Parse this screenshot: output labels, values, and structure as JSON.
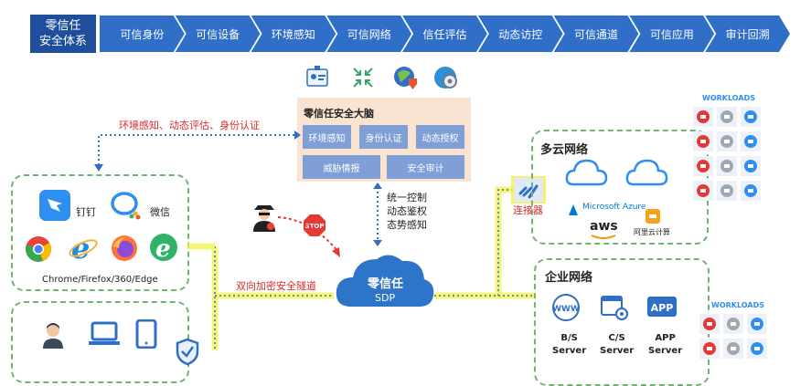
{
  "banner": {
    "title": "零信任\n安全体系",
    "steps": [
      "可信身份",
      "可信设备",
      "环境感知",
      "可信网络",
      "信任评估",
      "动态访控",
      "可信通道",
      "可信应用",
      "审计回溯"
    ]
  },
  "brain": {
    "title": "零信任安全大脑",
    "buttons": [
      "环境感知",
      "身份认证",
      "动态授权",
      "威胁情报",
      "安全审计"
    ]
  },
  "labels": {
    "env_auth": "环境感知、动态评估、身份认证",
    "control": "统一控制\n动态鉴权\n态势感知",
    "tunnel": "双向加密安全隧道",
    "connector": "连接器",
    "sdp_title": "零信任",
    "sdp_sub": "SDP",
    "multicloud": "多云网络",
    "enterprise": "企业网络",
    "workloads_top": "WORKLOADS",
    "workloads_bottom": "WORKLOADS"
  },
  "clients": {
    "apps": [
      "钉钉",
      "微信"
    ],
    "browsers_caption": "Chrome/Firefox/360/Edge"
  },
  "cloud_vendors": [
    "Microsoft Azure",
    "aws",
    "阿里云计算"
  ],
  "servers": [
    {
      "icon": "WWW",
      "label": "B/S\nServer"
    },
    {
      "icon": "C/S",
      "label": "C/S\nServer"
    },
    {
      "icon": "APP",
      "label": "APP\nServer"
    }
  ],
  "colors": {
    "banner_dark": "#1f4e9c",
    "banner_step": "#2f6fc7",
    "brain_bg": "#fbe3d2",
    "brain_btn": "#7f9fd6",
    "sdp_cloud": "#2e74c8",
    "tunnel": "#f2f24a",
    "green_dash": "#6fb56f",
    "red_text": "#d62b2b"
  }
}
